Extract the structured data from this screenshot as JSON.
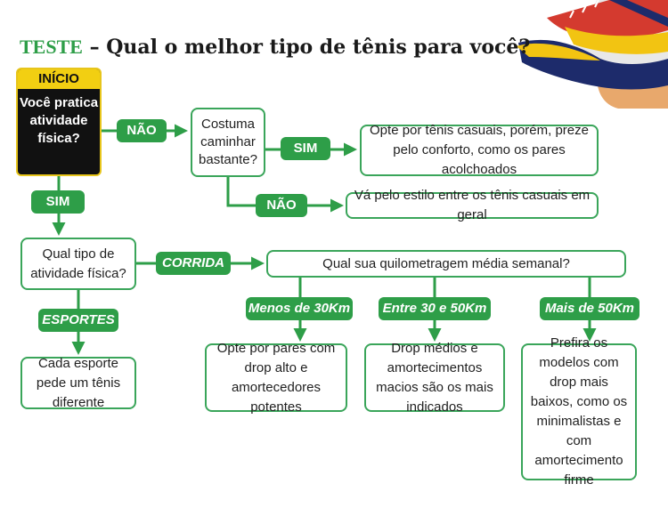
{
  "title": {
    "brand": "TESTE",
    "rest": " – Qual o melhor tipo de tênis para você?"
  },
  "start": {
    "label": "INÍCIO",
    "question": "Você pratica atividade física?"
  },
  "labels": {
    "nao1": "NÃO",
    "sim1": "SIM",
    "sim2": "SIM",
    "nao2": "NÃO",
    "corrida": "CORRIDA",
    "esportes": "ESPORTES",
    "menos30": "Menos de 30Km",
    "entre30": "Entre 30 e 50Km",
    "mais50": "Mais de 50Km"
  },
  "nodes": {
    "walk": "Costuma caminhar bastante?",
    "casual_comfort": "Opte por tênis casuais, porém, preze pelo conforto, como os pares acolchoados",
    "casual_style": "Vá pelo estilo entre os tênis casuais em geral",
    "which_activity": "Qual tipo de atividade física?",
    "mileage": "Qual sua quilometragem média semanal?",
    "sports": "Cada esporte pede um tênis diferente",
    "low": "Opte por pares com drop alto e amortecedores potentes",
    "mid": "Drop médios e amortecimentos macios são os mais indicados",
    "high": "Prefira os modelos com drop mais baixos, como os minimalistas e com amortecimento firme"
  },
  "colors": {
    "green": "#2e9e48",
    "yellow": "#f2cf12",
    "black": "#111111"
  }
}
